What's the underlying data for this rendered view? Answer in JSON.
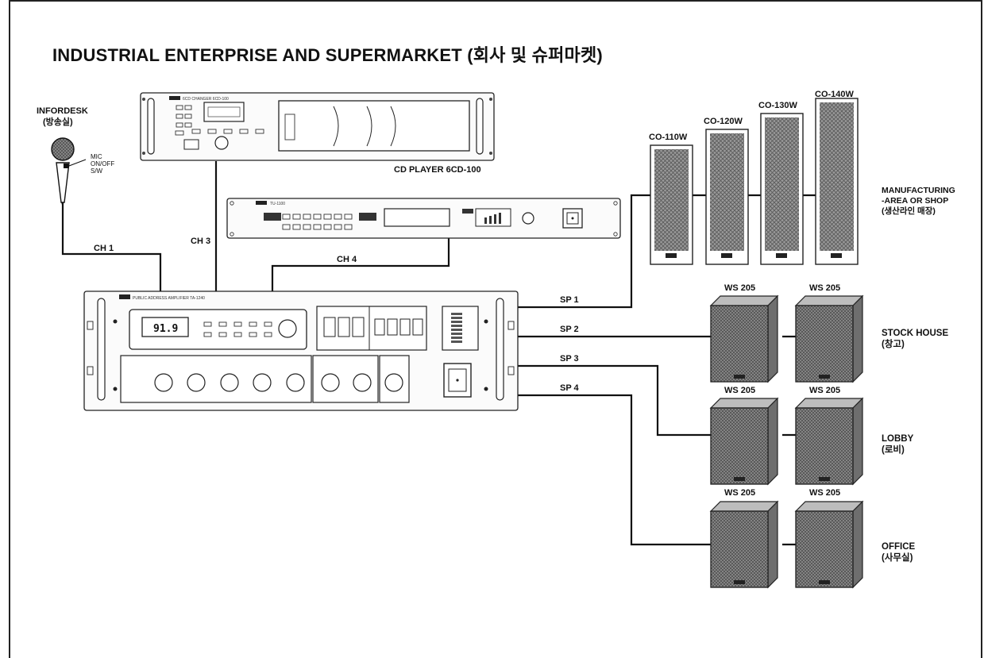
{
  "title": "INDUSTRIAL ENTERPRISE AND SUPERMARKET (회사 및 슈퍼마켓)",
  "infordesk": {
    "label": "INFORDESK",
    "sublabel": "(방송실)"
  },
  "mic": {
    "line1": "MIC",
    "line2": "ON/OFF",
    "line3": "S/W"
  },
  "cd_player": {
    "caption": "CD PLAYER 6CD-100",
    "panel_text": "6CD CHANGER 6CD-100"
  },
  "tuner": {
    "panel_text": "TU-1100"
  },
  "amplifier": {
    "panel_text": "PUBLIC ADDRESS AMPLIFIER TA-1240",
    "display": "91.9"
  },
  "channels": {
    "ch1": "CH 1",
    "ch3": "CH 3",
    "ch4": "CH 4"
  },
  "outputs": {
    "sp1": "SP 1",
    "sp2": "SP 2",
    "sp3": "SP 3",
    "sp4": "SP 4"
  },
  "columns": [
    "CO-110W",
    "CO-120W",
    "CO-130W",
    "CO-140W"
  ],
  "ws_label": "WS 205",
  "zones": {
    "manufacturing": {
      "line1": "MANUFACTURING",
      "line2": "-AREA OR SHOP",
      "line3": "(생산라인 매장)"
    },
    "stock": {
      "line1": "STOCK HOUSE",
      "line2": "(창고)"
    },
    "lobby": {
      "line1": "LOBBY",
      "line2": "(로비)"
    },
    "office": {
      "line1": "OFFICE",
      "line2": "(사무실)"
    }
  },
  "colors": {
    "line": "#111111",
    "speaker_fill": "#8a8a8a",
    "background": "#ffffff"
  }
}
